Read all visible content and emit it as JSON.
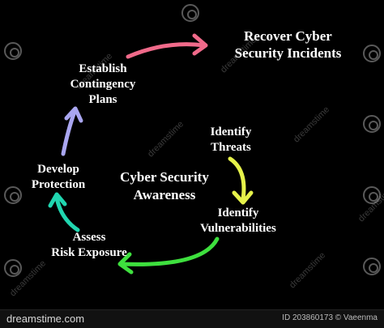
{
  "diagram": {
    "center": {
      "lines": [
        "Cyber Security",
        "Awareness"
      ]
    },
    "nodes": [
      {
        "id": "recover",
        "lines": [
          "Recover Cyber",
          "Security Incidents"
        ]
      },
      {
        "id": "identify-threats",
        "lines": [
          "Identify",
          "Threats"
        ]
      },
      {
        "id": "identify-vulnerabilities",
        "lines": [
          "Identify",
          "Vulnerabilities"
        ]
      },
      {
        "id": "assess-risk",
        "lines": [
          "Assess",
          "Risk Exposure"
        ]
      },
      {
        "id": "develop-protection",
        "lines": [
          "Develop",
          "Protection"
        ]
      },
      {
        "id": "establish-plans",
        "lines": [
          "Establish",
          "Contingency",
          "Plans"
        ]
      }
    ],
    "arrows": [
      {
        "from": "establish-plans",
        "to": "recover",
        "color": "#f06a8a"
      },
      {
        "from": "identify-threats",
        "to": "identify-vulnerabilities",
        "color": "#e6f24a"
      },
      {
        "from": "identify-vulnerabilities",
        "to": "assess-risk",
        "color": "#3ee03e"
      },
      {
        "from": "assess-risk",
        "to": "develop-protection",
        "color": "#20d6b0"
      },
      {
        "from": "develop-protection",
        "to": "establish-plans",
        "color": "#a9a6f0"
      }
    ]
  },
  "watermark": {
    "text": "dreamstime",
    "footer_logo": "dreamstime.com",
    "footer_id": "ID 203860173 © Vaeenma"
  }
}
